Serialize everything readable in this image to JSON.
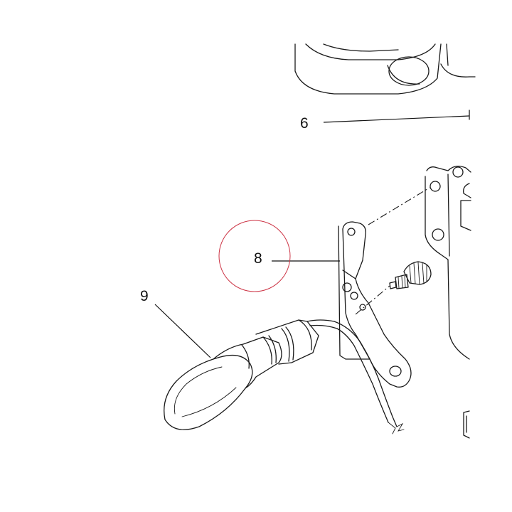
{
  "parts": [
    {
      "id": "part-6",
      "label": "6"
    },
    {
      "id": "part-8",
      "label": "8"
    },
    {
      "id": "part-9",
      "label": "9"
    }
  ],
  "highlight": {
    "target": "8",
    "color": "#cc3344"
  }
}
